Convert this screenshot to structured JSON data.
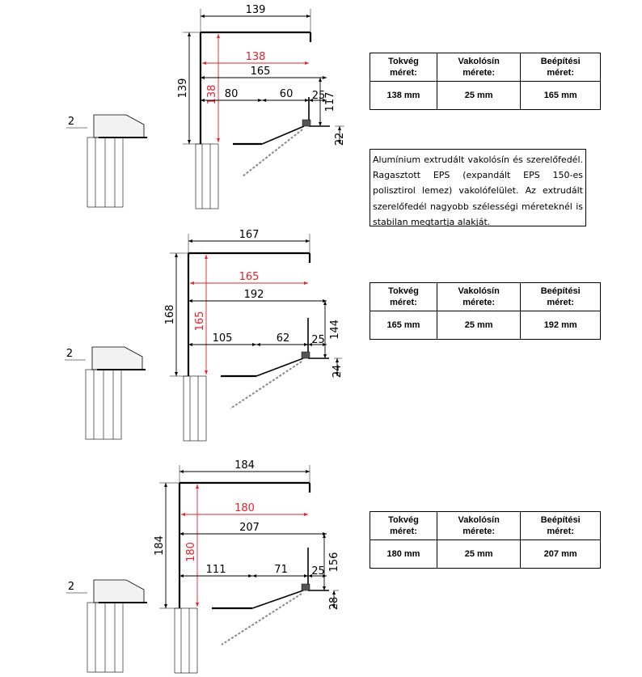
{
  "drawings": [
    {
      "overall_width": "139",
      "overall_height": "139",
      "red_width": "138",
      "red_height": "138",
      "install_width": "165",
      "seg_left": "80",
      "seg_mid": "60",
      "seg_right": "25",
      "right_height": "117",
      "bottom_height": "22",
      "side_gap": "2"
    },
    {
      "overall_width": "167",
      "overall_height": "168",
      "red_width": "165",
      "red_height": "165",
      "install_width": "192",
      "seg_left": "105",
      "seg_mid": "62",
      "seg_right": "25",
      "right_height": "144",
      "bottom_height": "24",
      "side_gap": "2"
    },
    {
      "overall_width": "184",
      "overall_height": "184",
      "red_width": "180",
      "red_height": "180",
      "install_width": "207",
      "seg_left": "111",
      "seg_mid": "71",
      "seg_right": "25",
      "right_height": "156",
      "bottom_height": "28",
      "side_gap": "2"
    }
  ],
  "spec_tables": [
    {
      "headers": [
        "Tokvég\nméret:",
        "Vakolósín\nmérete:",
        "Beépítési\nméret:"
      ],
      "values": [
        "138 mm",
        "25 mm",
        "165 mm"
      ]
    },
    {
      "headers": [
        "Tokvég\nméret:",
        "Vakolósín\nmérete:",
        "Beépítési\nméret:"
      ],
      "values": [
        "165 mm",
        "25 mm",
        "192 mm"
      ]
    },
    {
      "headers": [
        "Tokvég\nméret:",
        "Vakolósín\nmérete:",
        "Beépítési\nméret:"
      ],
      "values": [
        "180 mm",
        "25 mm",
        "207 mm"
      ]
    }
  ],
  "description": "Alumínium extrudált vakolósín és szerelőfedél. Ragasztott EPS (expandált EPS 150-es polisztirol lemez) vakolófelület. Az extrudált szerelőfedél nagyobb szélességi méreteknél is stabilan megtartja alakját.",
  "colors": {
    "dimension": "#000000",
    "highlight": "#e8202a",
    "chain": "#888888"
  }
}
